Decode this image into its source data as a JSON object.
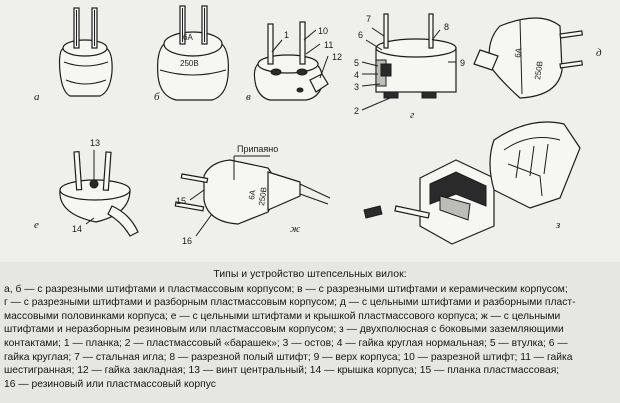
{
  "figure": {
    "panel_letters": [
      "а",
      "б",
      "в",
      "г",
      "д",
      "е",
      "ж",
      "з"
    ],
    "stamps": {
      "b_current": "6А",
      "b_voltage": "250В",
      "d_current": "6А",
      "d_voltage": "250В",
      "zh_current": "6А",
      "zh_voltage": "250В"
    },
    "soldered_label": "Припаяно",
    "part_numbers": [
      "1",
      "2",
      "3",
      "4",
      "5",
      "6",
      "7",
      "8",
      "9",
      "10",
      "11",
      "12",
      "13",
      "14",
      "15",
      "16"
    ]
  },
  "caption": {
    "title": "Типы и устройство штепсельных вилок:",
    "lines": [
      "а, б — с разрезными штифтами и пластмассовым корпусом; в — с разрезными штифтами и керамическим корпусом;",
      "г — с разрезными штифтами и разборным пластмассовым корпусом; д — с цельными штифтами и разборными пласт-",
      "массовыми половинками корпуса; е — с цельными штифтами и крышкой пластмассового корпуса; ж — с цельными",
      "штифтами и неразборным резиновым или пластмассовым корпусом; з — двухполюсная с боковыми заземляющими",
      "контактами; 1 — планка; 2 — пластмассовый «барашек»; 3 — остов; 4 — гайка круглая нормальная; 5 — втулка; 6 —",
      "гайка круглая; 7 — стальная игла; 8 — разрезной полый штифт; 9 — верх корпуса; 10 — разрезной штифт; 11 — гайка",
      "шестигранная; 12 — гайка закладная; 13 — винт центральный; 14 — крышка корпуса; 15 — планка пластмассовая;",
      "16 — резиновый или пластмассовый корпус"
    ]
  }
}
